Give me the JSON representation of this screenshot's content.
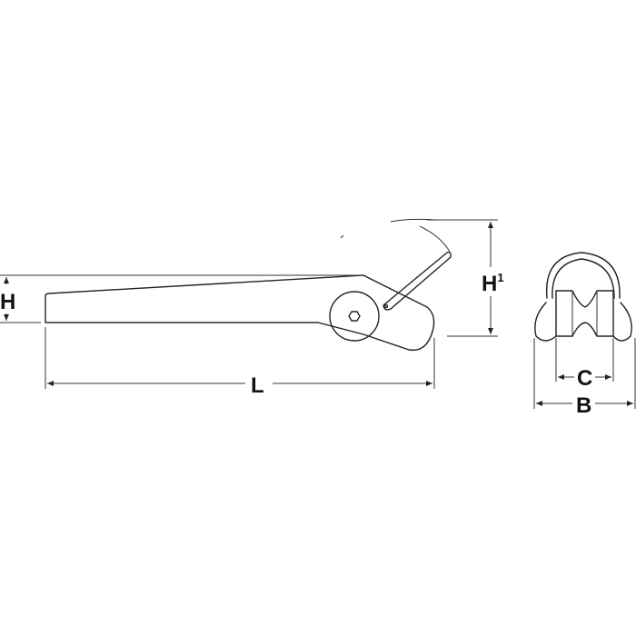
{
  "labels": {
    "height": "H",
    "height_raised": "H",
    "height_raised_sup": "1",
    "length": "L",
    "roller_width": "C",
    "overall_width": "B"
  },
  "colors": {
    "line": "#222222",
    "background": "#ffffff"
  }
}
